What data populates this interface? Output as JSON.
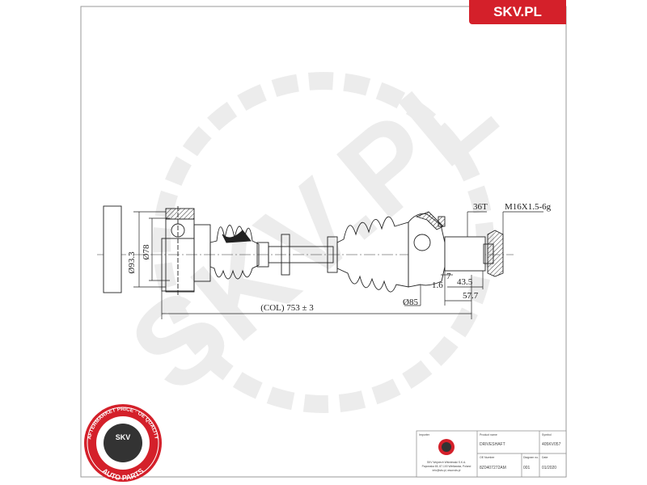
{
  "brand": {
    "logo_text": "SKV.PL",
    "accent_color": "#d4202a"
  },
  "watermark": {
    "text": "SKV.PL"
  },
  "dimensions": {
    "flange_diameter": "Ø93.3",
    "joint_diameter": "Ø78",
    "overall_length": "(COL) 753 ± 3",
    "boot_diameter": "Ø85",
    "spline": "36T",
    "thread": "M16X1.5-6g",
    "offset_small": "1.6",
    "offset_7": "7",
    "stub_length": "43.5",
    "stub_total": "57.7"
  },
  "badge": {
    "top_text": "AFTERMARKET PRICE · OE QUALITY",
    "bottom_text": "AUTO PARTS",
    "center_text": "SKV"
  },
  "title_block": {
    "importer_label": "Importer",
    "importer_text": [
      "SKV Wojciech Wiśniewski S.K.A.",
      "Papowska 65, 87-100 Wielkawka, Poland",
      "info@skv.pl, www.skv.pl"
    ],
    "product_name_label": "Product name",
    "product_name": "DRIVESHAFT",
    "symbol_label": "Symbol",
    "symbol": "405KV057",
    "oe_number_label": "OE Number",
    "oe_number": "8Z0407272AM",
    "diagram_no_label": "Diagram no.",
    "diagram_no": "001",
    "date_label": "Date",
    "date": "01/2020"
  }
}
